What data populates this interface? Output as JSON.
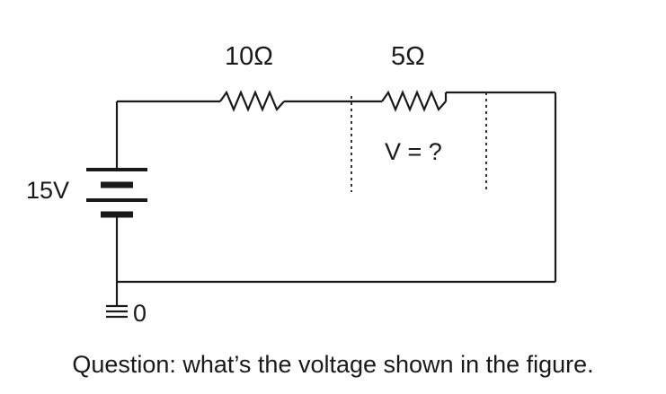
{
  "diagram": {
    "battery_label": "15V",
    "r1_label": "10Ω",
    "r2_label": "5Ω",
    "probe_label": "V = ?",
    "ground_label": "0"
  },
  "question": {
    "text": "Question: what’s the voltage shown in the figure."
  }
}
